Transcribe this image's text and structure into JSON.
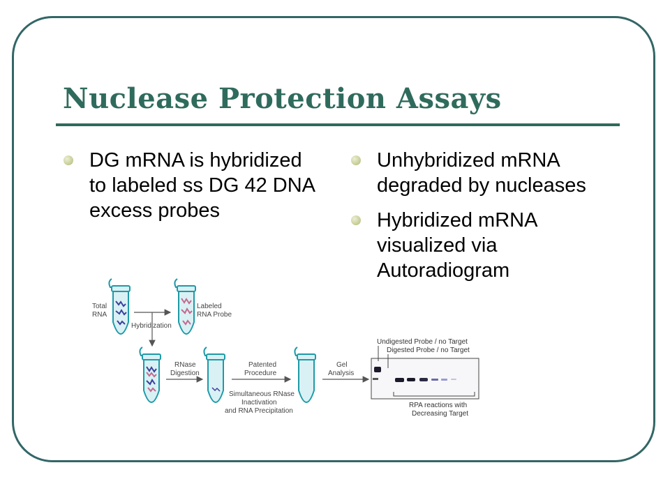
{
  "slide": {
    "title": "Nuclease Protection Assays",
    "left_bullets": [
      "DG mRNA is hybridized to labeled ss DG 42 DNA excess probes"
    ],
    "right_bullets": [
      "Unhybridized mRNA degraded by nucleases",
      "Hybridized mRNA visualized via Autoradiogram"
    ]
  },
  "diagram": {
    "total_rna": [
      "Total",
      "RNA"
    ],
    "labeled_probe": [
      "Labeled",
      "RNA Probe"
    ],
    "hybridization": "Hybridization",
    "rnase_digestion": [
      "RNase",
      "Digestion"
    ],
    "patented_procedure": [
      "Patented",
      "Procedure"
    ],
    "simultaneous": [
      "Simultaneous RNase",
      "Inactivation",
      "and RNA Precipitation"
    ],
    "gel_analysis": [
      "Gel",
      "Analysis"
    ],
    "undigested": "Undigested Probe / no Target",
    "digested": "Digested Probe / no Target",
    "rpa_reactions": [
      "RPA reactions with",
      "Decreasing Target"
    ]
  },
  "colors": {
    "title": "#2f6b5c",
    "frame": "#336666",
    "tube_outline": "#1e9aa8",
    "tube_fill": "#d9f1f4",
    "strand_blue": "#3b3f9c",
    "strand_pink": "#c46a8e",
    "band": "#1a1a2a"
  }
}
